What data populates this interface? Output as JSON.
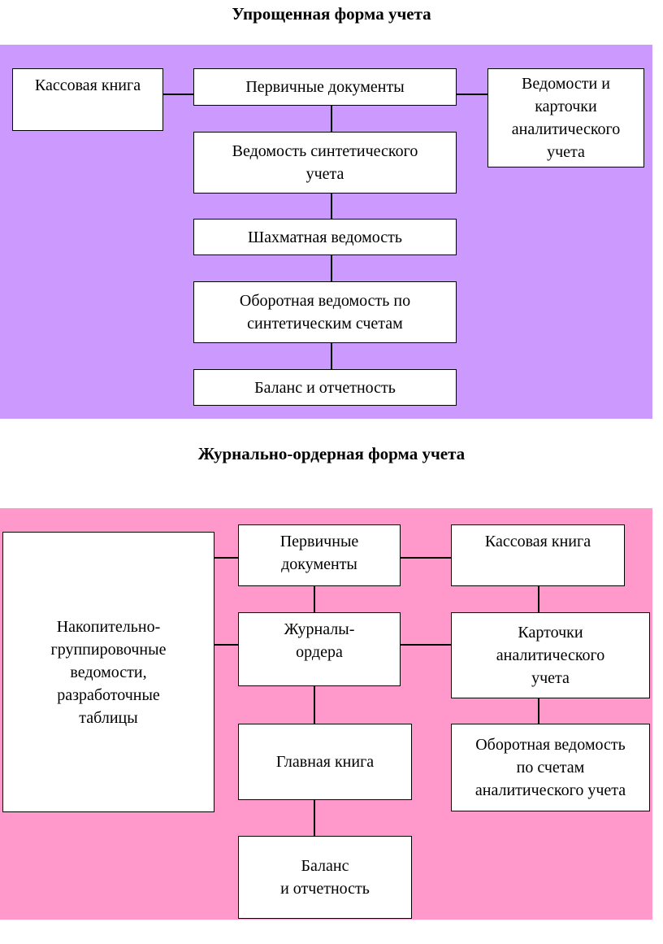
{
  "colors": {
    "panel_simplified": "#cc99ff",
    "panel_journal": "#ff99cc",
    "box_fill": "#ffffff",
    "line": "#000000"
  },
  "simplified": {
    "title": "Упрощенная форма учета",
    "boxes": {
      "cash_book": "Кассовая книга",
      "primary_docs": "Первичные документы",
      "analytical_cards": "Ведомости и\nкарточки\nаналитического\nучета",
      "synthetic_statement": "Ведомость синтетического\nучета",
      "chess_statement": "Шахматная ведомость",
      "turnover_statement": "Оборотная ведомость по\nсинтетическим счетам",
      "balance": "Баланс и отчетность"
    }
  },
  "journal": {
    "title": "Журнально-ордерная форма учета",
    "boxes": {
      "accumulating": "Накопительно-\nгруппировочные\nведомости,\nразработочные\nтаблицы",
      "primary_docs": "Первичные\nдокументы",
      "cash_book": "Кассовая книга",
      "journal_orders": "Журналы-\nордера",
      "analytical_cards": "Карточки\nаналитического\nучета",
      "general_ledger": "Главная книга",
      "turnover_analytical": "Оборотная ведомость\nпо счетам\nаналитического учета",
      "balance": "Баланс\nи отчетность"
    }
  }
}
